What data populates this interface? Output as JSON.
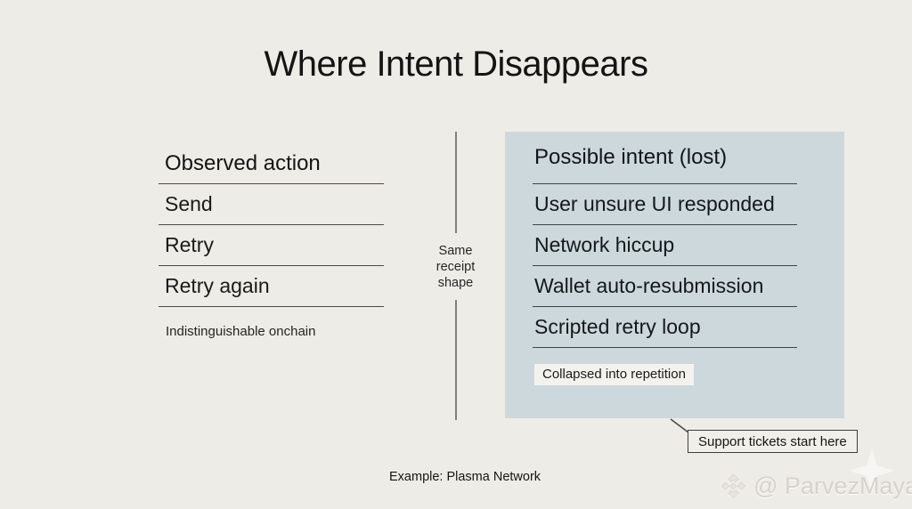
{
  "slide": {
    "title": "Where Intent Disappears"
  },
  "left_table": {
    "header": "Observed action",
    "rows": [
      "Send",
      "Retry",
      "Retry again"
    ],
    "caption": "Indistinguishable onchain"
  },
  "connector": {
    "label_lines": [
      "Same",
      "receipt",
      "shape"
    ]
  },
  "right_panel": {
    "header": "Possible intent (lost)",
    "rows": [
      "User unsure UI responded",
      "Network hiccup",
      "Wallet auto-resubmission",
      "Scripted retry loop"
    ],
    "tag": "Collapsed into repetition"
  },
  "callout": {
    "label": "Support tickets start here"
  },
  "footer": {
    "example": "Example: Plasma Network"
  },
  "watermark": {
    "handle": "@ ParvezMayar",
    "icon": "binance-diamond-logo",
    "sparkle": "four-point-star"
  },
  "colors": {
    "background": "#eeece6",
    "panel_background": "#ccd8dc",
    "left_line": "#4a4a48",
    "panel_line": "#3e4447",
    "connector_line": "#81817b",
    "tag_background": "#f4f2ed",
    "callout_background": "#f1efe9",
    "callout_border": "#3e3e3c",
    "text": "#161616",
    "watermark_text": "#d5d2cc"
  }
}
